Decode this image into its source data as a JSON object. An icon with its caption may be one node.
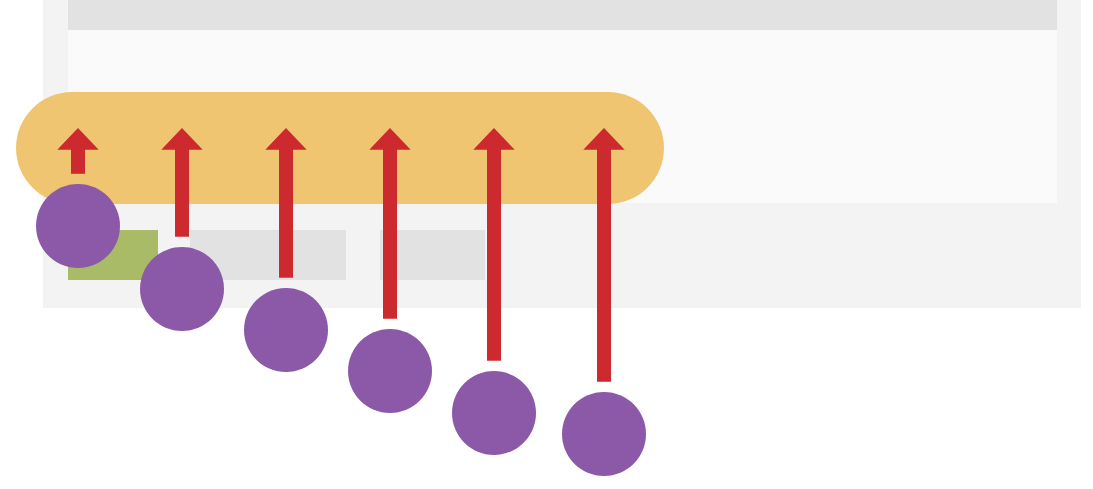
{
  "diagram": {
    "nodes": [
      {
        "text": [],
        "shape": "band"
      },
      {
        "text": [],
        "shape": "circle"
      },
      {
        "text": [],
        "shape": "circle"
      },
      {
        "text": [],
        "shape": "circle"
      },
      {
        "text": [],
        "shape": "circle"
      },
      {
        "text": [],
        "shape": "circle"
      },
      {
        "text": [],
        "shape": "circle"
      }
    ],
    "edges": [
      {
        "from": 1,
        "to": 0,
        "arrow": "to"
      },
      {
        "from": 2,
        "to": 0,
        "arrow": "to"
      },
      {
        "from": 3,
        "to": 0,
        "arrow": "to"
      },
      {
        "from": 4,
        "to": 0,
        "arrow": "to"
      },
      {
        "from": 5,
        "to": 0,
        "arrow": "to"
      },
      {
        "from": 6,
        "to": 0,
        "arrow": "to"
      }
    ]
  }
}
